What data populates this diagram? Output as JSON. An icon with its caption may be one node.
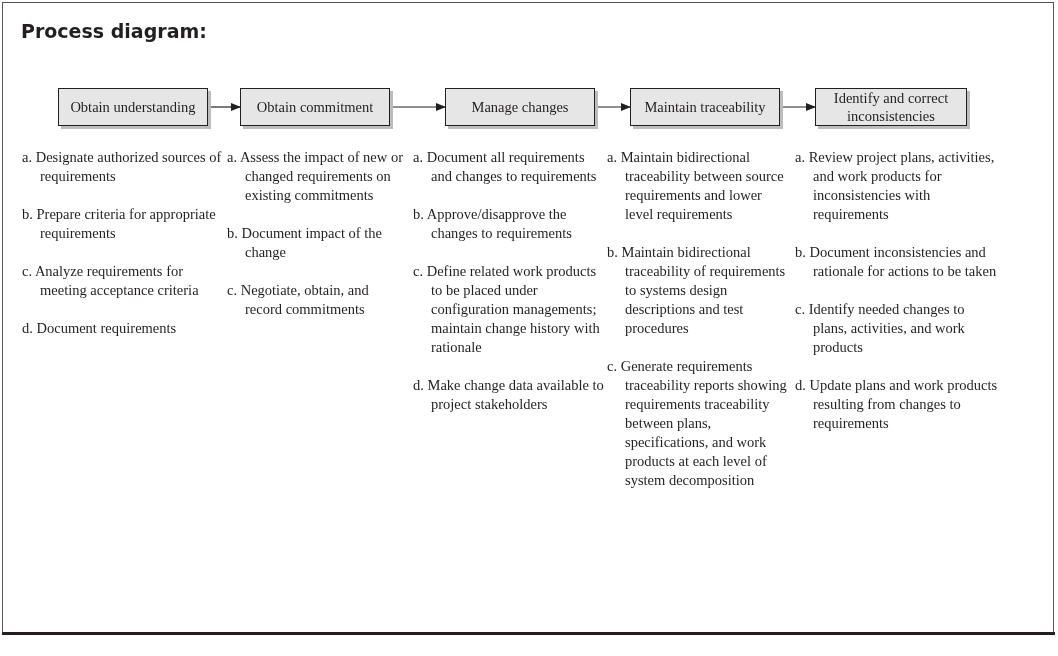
{
  "diagram": {
    "title": "Process diagram:",
    "nodes": [
      {
        "text": [
          "Obtain understanding"
        ],
        "beside": [
          "a. Designate authorized sources of requirements",
          "b. Prepare criteria for appropriate requirements",
          "c. Analyze requirements for meeting acceptance criteria",
          "d. Document requirements"
        ]
      },
      {
        "text": [
          "Obtain commitment"
        ],
        "beside": [
          "a. Assess the impact of new or changed requirements on existing commitments",
          "b. Document impact of the change",
          "c. Negotiate, obtain, and record commitments"
        ]
      },
      {
        "text": [
          "Manage changes"
        ],
        "beside": [
          "a. Document all requirements and changes to requirements",
          "b. Approve/disapprove the changes to requirements",
          "c. Define related work products to be placed under configuration managements; maintain change history with rationale",
          "d. Make change data available to project stakeholders"
        ]
      },
      {
        "text": [
          "Maintain traceability"
        ],
        "beside": [
          "a. Maintain bidirectional traceability between source requirements and lower level requirements",
          "b. Maintain bidirectional traceability of requirements to systems design descriptions and test procedures",
          "c. Generate requirements traceability reports showing requirements traceability between plans, specifications, and work products at each level of system decomposition"
        ]
      },
      {
        "text": [
          "Identify and correct inconsistencies"
        ],
        "beside": [
          "a. Review project plans, activities, and work products for inconsistencies with requirements",
          "b. Document inconsistencies and rationale for actions to be taken",
          "c. Identify needed changes to plans, activities, and work products",
          "d. Update plans and work products resulting from changes to requirements"
        ]
      }
    ],
    "edges": [
      {
        "from": 0,
        "to": 1,
        "arrow": "to"
      },
      {
        "from": 1,
        "to": 2,
        "arrow": "to"
      },
      {
        "from": 2,
        "to": 3,
        "arrow": "to"
      },
      {
        "from": 3,
        "to": 4,
        "arrow": "to"
      }
    ]
  }
}
